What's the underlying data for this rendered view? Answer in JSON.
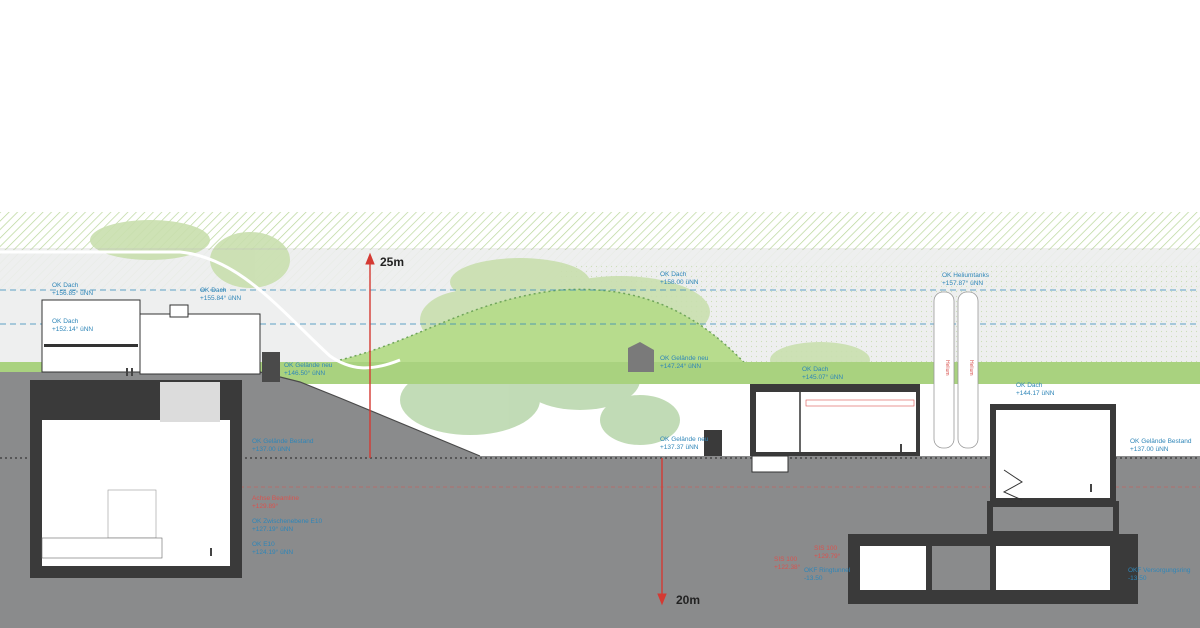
{
  "colors": {
    "ground": "#8a8b8c",
    "ground_dark": "#3a3a3a",
    "grass": "#a9d27f",
    "hatch": "#cfe3b5",
    "tree": "#c5dca8",
    "sky_grey": "#e7e8e8",
    "level_blue": "#2f86b8",
    "level_red": "#d9534f",
    "arrow_red": "#d43a33"
  },
  "dimensions": {
    "up_label": "25m",
    "down_label": "20m"
  },
  "levels": {
    "left": [
      {
        "title": "OK Dach",
        "value": "+156.85° üNN"
      },
      {
        "title": "OK Dach",
        "value": "+155.84° üNN"
      },
      {
        "title": "OK Dach",
        "value": "+152.14° üNN"
      },
      {
        "title": "OK Gelände neu",
        "value": "+146.50° üNN"
      },
      {
        "title": "OK Gelände Bestand",
        "value": "+137.00   üNN"
      }
    ],
    "left_red": [
      {
        "title": "Achse Beamline",
        "value": "+129.89°"
      }
    ],
    "left_low": [
      {
        "title": "OK Zwischenebene E10",
        "value": "+127.19° üNN"
      },
      {
        "title": "OK E10",
        "value": "+124.19° üNN"
      }
    ],
    "center": [
      {
        "title": "OK Dach",
        "value": "+158.00   üNN"
      },
      {
        "title": "OK Gelände neu",
        "value": "+147.24° üNN"
      },
      {
        "title": "OK Gelände neu",
        "value": "+137.37   üNN"
      }
    ],
    "right": [
      {
        "title": "OK Heliumtanks",
        "value": "+157.87° üNN"
      },
      {
        "title": "OK Dach",
        "value": "+145.07° üNN"
      },
      {
        "title": "OK Dach",
        "value": "+144.17   üNN"
      },
      {
        "title": "OK Gelände Bestand",
        "value": "+137.00   üNN"
      }
    ],
    "tunnel": [
      {
        "title": "SIS 100",
        "value": "+122.38°"
      },
      {
        "title": "SIS 100",
        "value": "+129.79°"
      },
      {
        "title": "OKF Ringtunnel",
        "value": "-13.50"
      },
      {
        "title": "OKF Versorgungsring",
        "value": "-13.50"
      }
    ]
  },
  "tanks": {
    "label": "Helium"
  }
}
